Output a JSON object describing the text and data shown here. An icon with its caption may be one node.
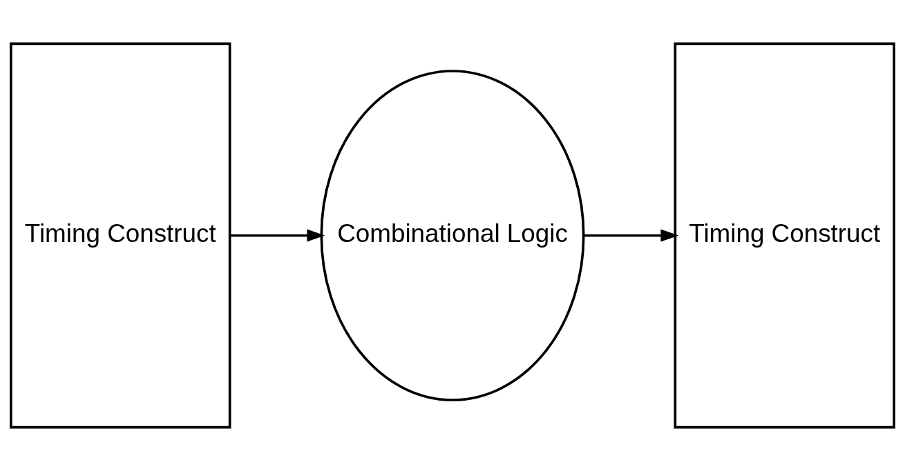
{
  "diagram": {
    "nodes": [
      {
        "text": [
          "Timing Construct"
        ]
      },
      {
        "text": [
          "Combinational Logic"
        ]
      },
      {
        "text": [
          "Timing Construct"
        ]
      }
    ],
    "edges": [
      {
        "from": 0,
        "to": 1,
        "arrow": "to"
      },
      {
        "from": 1,
        "to": 2,
        "arrow": "to"
      }
    ]
  }
}
